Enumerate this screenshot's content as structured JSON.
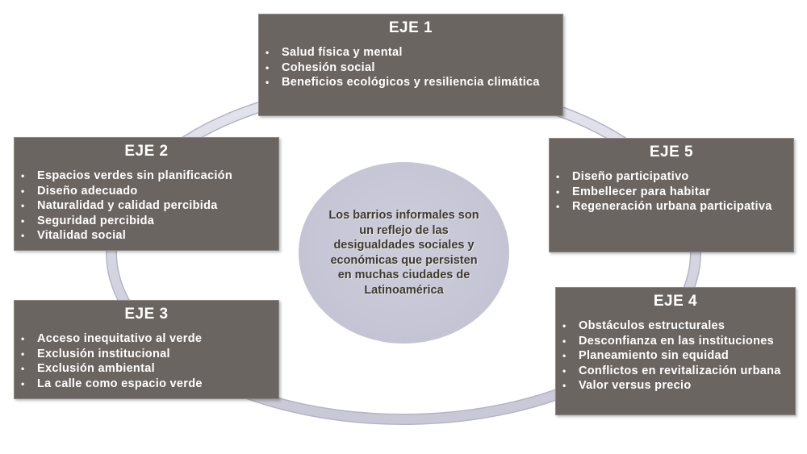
{
  "center": {
    "text": "Los barrios informales son un reflejo de las desigualdades sociales y económicas que persisten en muchas ciudades de Latinoamérica"
  },
  "axes": [
    {
      "title": "EJE 1",
      "items": [
        "Salud física y mental",
        "Cohesión social",
        "Beneficios ecológicos y resiliencia climática"
      ]
    },
    {
      "title": "EJE 2",
      "items": [
        "Espacios verdes sin planificación",
        "Diseño adecuado",
        "Naturalidad y calidad percibida",
        "Seguridad percibida",
        "Vitalidad social"
      ]
    },
    {
      "title": "EJE 3",
      "items": [
        "Acceso inequitativo al verde",
        "Exclusión institucional",
        "Exclusión ambiental",
        "La calle como espacio verde"
      ]
    },
    {
      "title": "EJE 4",
      "items": [
        "Obstáculos estructurales",
        "Desconfianza en las instituciones",
        "Planeamiento sin equidad",
        "Conflictos en revitalización urbana",
        "Valor versus precio"
      ]
    },
    {
      "title": "EJE 5",
      "items": [
        "Diseño participativo",
        "Embellecer para habitar",
        "Regeneración urbana participativa"
      ]
    }
  ],
  "colors": {
    "box": "#6b6561",
    "ring": "#d6d6e2",
    "circle": "#c4c4d4",
    "center_text": "#3e3a2a"
  }
}
